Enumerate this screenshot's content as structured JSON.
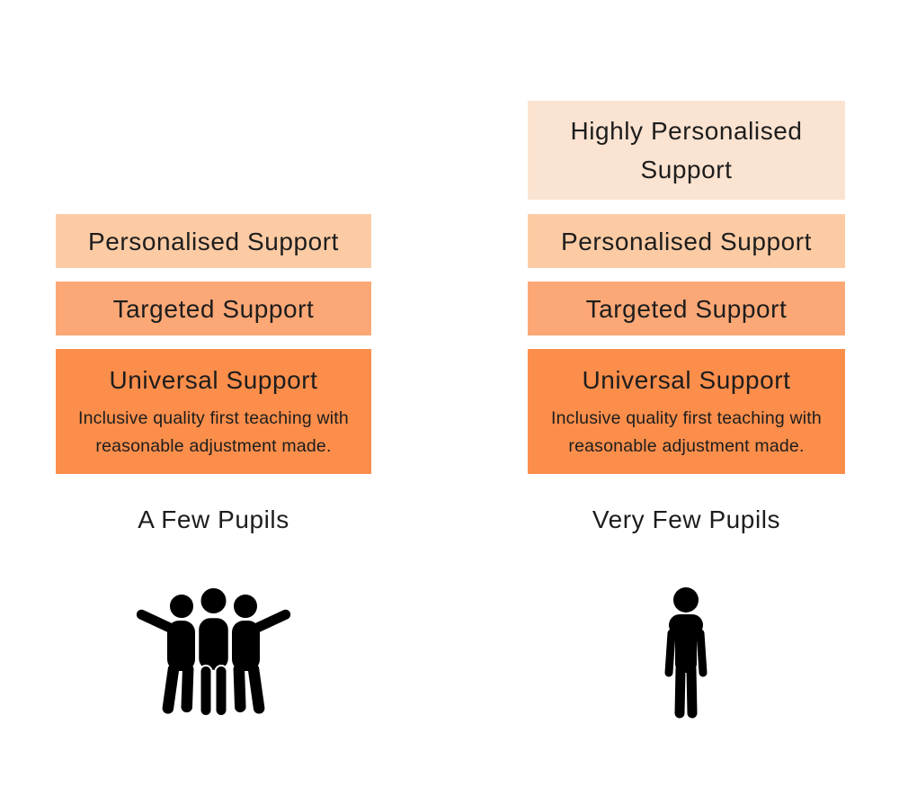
{
  "palette": {
    "highly_personalised": "#fbe3d1",
    "personalised": "#fccba4",
    "targeted": "#fca876",
    "universal": "#fb8e4b",
    "text": "#1d1d1d",
    "icon": "#000000",
    "background": "#ffffff"
  },
  "left_column": {
    "caption": "A Few Pupils",
    "icon": "group-of-three-pupils-icon",
    "tiers": {
      "personalised": {
        "label": "Personalised Support"
      },
      "targeted": {
        "label": "Targeted Support"
      },
      "universal": {
        "label": "Universal Support",
        "description_lines": [
          "Inclusive quality first teaching with",
          "reasonable adjustment made."
        ]
      }
    }
  },
  "right_column": {
    "caption": "Very Few Pupils",
    "icon": "single-pupil-icon",
    "tiers": {
      "highly_personalised": {
        "label": "Highly Personalised Support"
      },
      "personalised": {
        "label": "Personalised Support"
      },
      "targeted": {
        "label": "Targeted Support"
      },
      "universal": {
        "label": "Universal Support",
        "description_lines": [
          "Inclusive quality first teaching with",
          "reasonable adjustment made."
        ]
      }
    }
  }
}
